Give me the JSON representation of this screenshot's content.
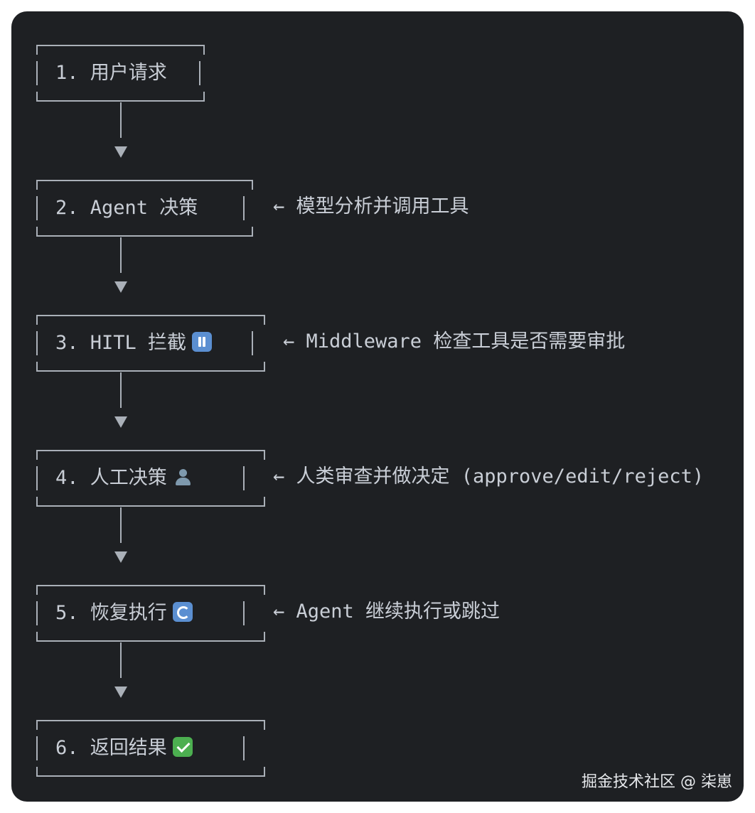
{
  "steps": [
    {
      "label": "1. 用户请求",
      "note": ""
    },
    {
      "label": "2. Agent 决策",
      "note": "← 模型分析并调用工具"
    },
    {
      "label": "3. HITL 拦截",
      "note": "← Middleware 检查工具是否需要审批"
    },
    {
      "label": "4. 人工决策",
      "note": "← 人类审查并做决定 (approve/edit/reject)"
    },
    {
      "label": "5. 恢复执行",
      "note": "← Agent 继续执行或跳过"
    },
    {
      "label": "6. 返回结果",
      "note": ""
    }
  ],
  "icons": [
    "",
    "",
    "pause-icon",
    "user-icon",
    "refresh-icon",
    "check-icon"
  ],
  "watermark": "掘金技术社区 @ 柒崽"
}
